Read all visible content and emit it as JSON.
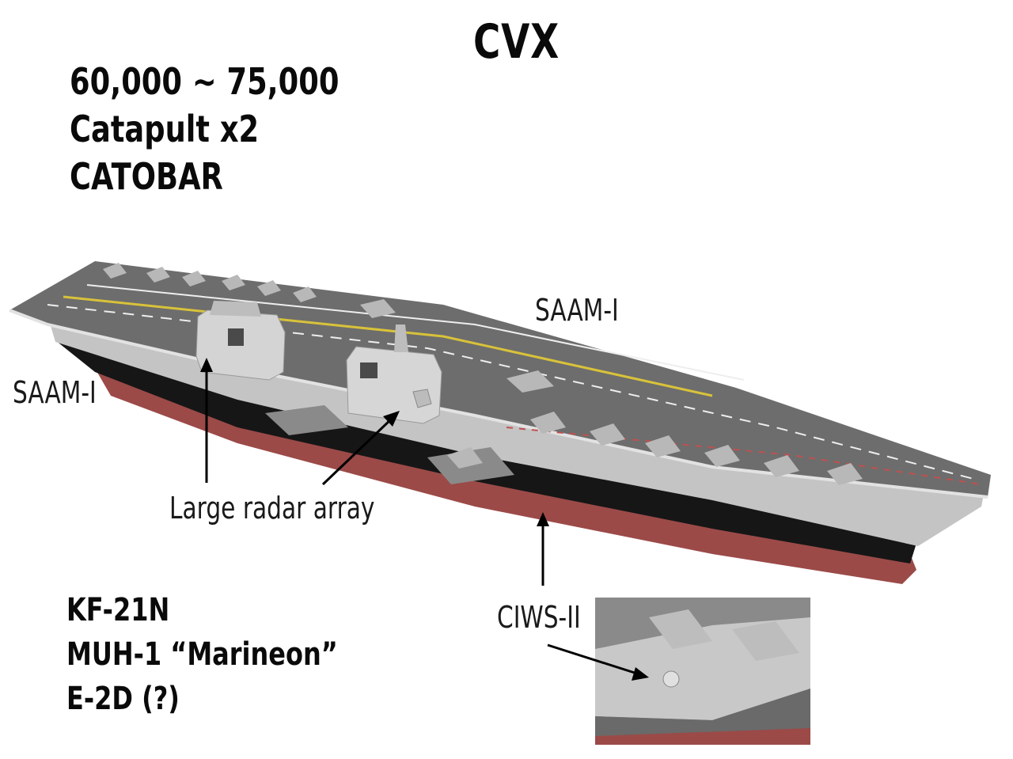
{
  "title": "CVX",
  "specs": [
    "60,000 ~ 75,000",
    "Catapult x2",
    "CATOBAR"
  ],
  "labels": {
    "saam_upper": "SAAM-I",
    "saam_left": "SAAM-I",
    "radar": "Large radar array",
    "ciws": "CIWS-II"
  },
  "aircraft": [
    "KF-21N",
    "MUH-1 “Marineon”",
    "E-2D (?)"
  ],
  "colors": {
    "deck": "#6f6f6f",
    "hull_grey": "#c9c9c9",
    "hull_black": "#161616",
    "hull_red": "#9b4a48",
    "island": "#d6d6d6",
    "deck_line_yellow": "#d8c23a"
  }
}
